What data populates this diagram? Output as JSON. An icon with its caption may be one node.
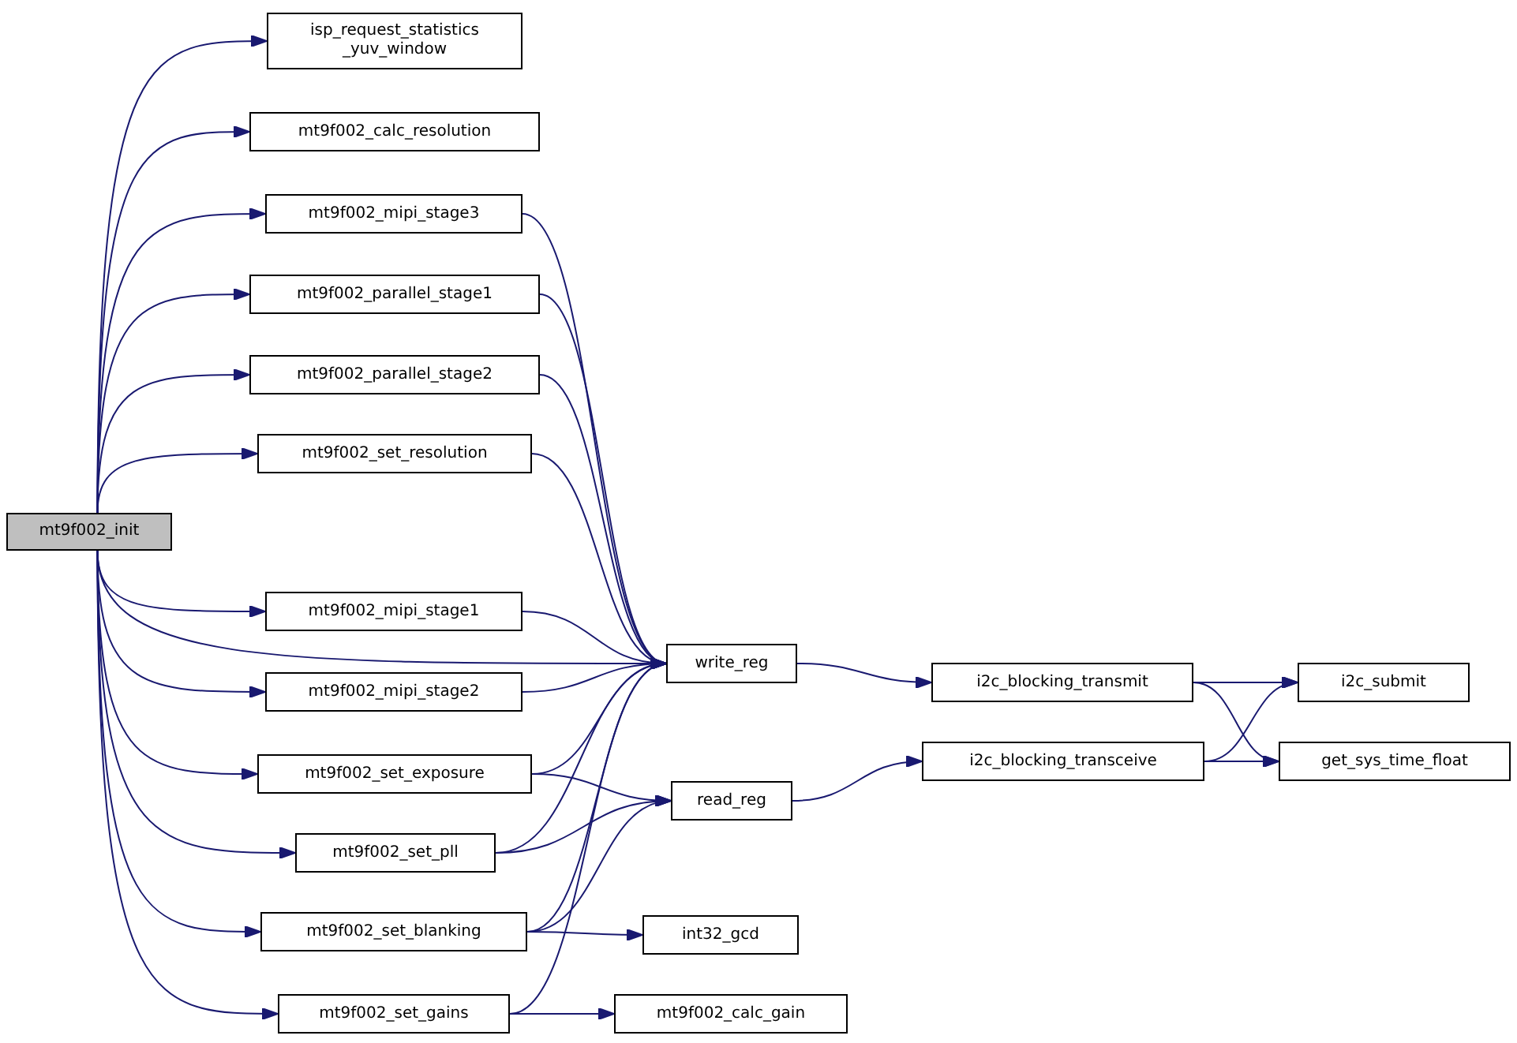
{
  "diagram": {
    "nodes": [
      {
        "text": [
          "mt9f002_init"
        ]
      },
      {
        "text": [
          "isp_request_statistics _yuv_window"
        ]
      },
      {
        "text": [
          "mt9f002_calc_resolution"
        ]
      },
      {
        "text": [
          "mt9f002_mipi_stage3"
        ]
      },
      {
        "text": [
          "mt9f002_parallel_stage1"
        ]
      },
      {
        "text": [
          "mt9f002_parallel_stage2"
        ]
      },
      {
        "text": [
          "mt9f002_set_resolution"
        ]
      },
      {
        "text": [
          "mt9f002_mipi_stage1"
        ]
      },
      {
        "text": [
          "mt9f002_mipi_stage2"
        ]
      },
      {
        "text": [
          "mt9f002_set_exposure"
        ]
      },
      {
        "text": [
          "mt9f002_set_pll"
        ]
      },
      {
        "text": [
          "mt9f002_set_blanking"
        ]
      },
      {
        "text": [
          "mt9f002_set_gains"
        ]
      },
      {
        "text": [
          "write_reg"
        ]
      },
      {
        "text": [
          "read_reg"
        ]
      },
      {
        "text": [
          "int32_gcd"
        ]
      },
      {
        "text": [
          "mt9f002_calc_gain"
        ]
      },
      {
        "text": [
          "i2c_blocking_transmit"
        ]
      },
      {
        "text": [
          "i2c_blocking_transceive"
        ]
      },
      {
        "text": [
          "i2c_submit"
        ]
      },
      {
        "text": [
          "get_sys_time_float"
        ]
      }
    ],
    "edges": [
      {
        "from": 0,
        "to": 1,
        "arrow": "to"
      },
      {
        "from": 0,
        "to": 2,
        "arrow": "to"
      },
      {
        "from": 0,
        "to": 3,
        "arrow": "to"
      },
      {
        "from": 0,
        "to": 4,
        "arrow": "to"
      },
      {
        "from": 0,
        "to": 5,
        "arrow": "to"
      },
      {
        "from": 0,
        "to": 6,
        "arrow": "to"
      },
      {
        "from": 0,
        "to": 13,
        "arrow": "to"
      },
      {
        "from": 0,
        "to": 7,
        "arrow": "to"
      },
      {
        "from": 0,
        "to": 8,
        "arrow": "to"
      },
      {
        "from": 0,
        "to": 9,
        "arrow": "to"
      },
      {
        "from": 0,
        "to": 10,
        "arrow": "to"
      },
      {
        "from": 0,
        "to": 11,
        "arrow": "to"
      },
      {
        "from": 0,
        "to": 12,
        "arrow": "to"
      },
      {
        "from": 3,
        "to": 13,
        "arrow": "to"
      },
      {
        "from": 4,
        "to": 13,
        "arrow": "to"
      },
      {
        "from": 5,
        "to": 13,
        "arrow": "to"
      },
      {
        "from": 6,
        "to": 13,
        "arrow": "to"
      },
      {
        "from": 7,
        "to": 13,
        "arrow": "to"
      },
      {
        "from": 8,
        "to": 13,
        "arrow": "to"
      },
      {
        "from": 9,
        "to": 13,
        "arrow": "to"
      },
      {
        "from": 9,
        "to": 14,
        "arrow": "to"
      },
      {
        "from": 10,
        "to": 13,
        "arrow": "to"
      },
      {
        "from": 10,
        "to": 14,
        "arrow": "to"
      },
      {
        "from": 11,
        "to": 13,
        "arrow": "to"
      },
      {
        "from": 11,
        "to": 14,
        "arrow": "to"
      },
      {
        "from": 11,
        "to": 15,
        "arrow": "to"
      },
      {
        "from": 12,
        "to": 13,
        "arrow": "to"
      },
      {
        "from": 12,
        "to": 16,
        "arrow": "to"
      },
      {
        "from": 13,
        "to": 17,
        "arrow": "to"
      },
      {
        "from": 14,
        "to": 18,
        "arrow": "to"
      },
      {
        "from": 17,
        "to": 19,
        "arrow": "to"
      },
      {
        "from": 17,
        "to": 20,
        "arrow": "to"
      },
      {
        "from": 18,
        "to": 19,
        "arrow": "to"
      },
      {
        "from": 18,
        "to": 20,
        "arrow": "to"
      }
    ]
  }
}
